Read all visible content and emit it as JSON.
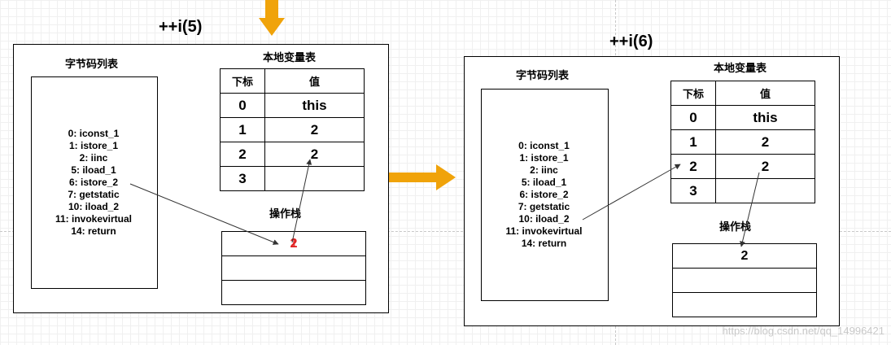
{
  "left": {
    "title": "++i(5)",
    "bytecode_label": "字节码列表",
    "bytecode": [
      "0: iconst_1",
      "1: istore_1",
      "2: iinc",
      "5: iload_1",
      "6: istore_2",
      "7: getstatic",
      "10: iload_2",
      "11: invokevirtual",
      "14: return"
    ],
    "locals_label": "本地变量表",
    "locals_header": {
      "index": "下标",
      "value": "值"
    },
    "locals": [
      {
        "index": "0",
        "value": "this"
      },
      {
        "index": "1",
        "value": "2"
      },
      {
        "index": "2",
        "value": "2"
      },
      {
        "index": "3",
        "value": ""
      }
    ],
    "stack_label": "操作栈",
    "stack": [
      "2",
      "",
      ""
    ],
    "stack_struck": "1"
  },
  "right": {
    "title": "++i(6)",
    "bytecode_label": "字节码列表",
    "bytecode": [
      "0: iconst_1",
      "1: istore_1",
      "2: iinc",
      "5: iload_1",
      "6: istore_2",
      "7: getstatic",
      "10: iload_2",
      "11: invokevirtual",
      "14: return"
    ],
    "locals_label": "本地变量表",
    "locals_header": {
      "index": "下标",
      "value": "值"
    },
    "locals": [
      {
        "index": "0",
        "value": "this"
      },
      {
        "index": "1",
        "value": "2"
      },
      {
        "index": "2",
        "value": "2"
      },
      {
        "index": "3",
        "value": ""
      }
    ],
    "stack_label": "操作栈",
    "stack": [
      "2",
      "",
      ""
    ]
  },
  "colors": {
    "arrow": "#f0a30a",
    "strike": "#e02020"
  },
  "watermark": "https://blog.csdn.net/qq_14996421"
}
